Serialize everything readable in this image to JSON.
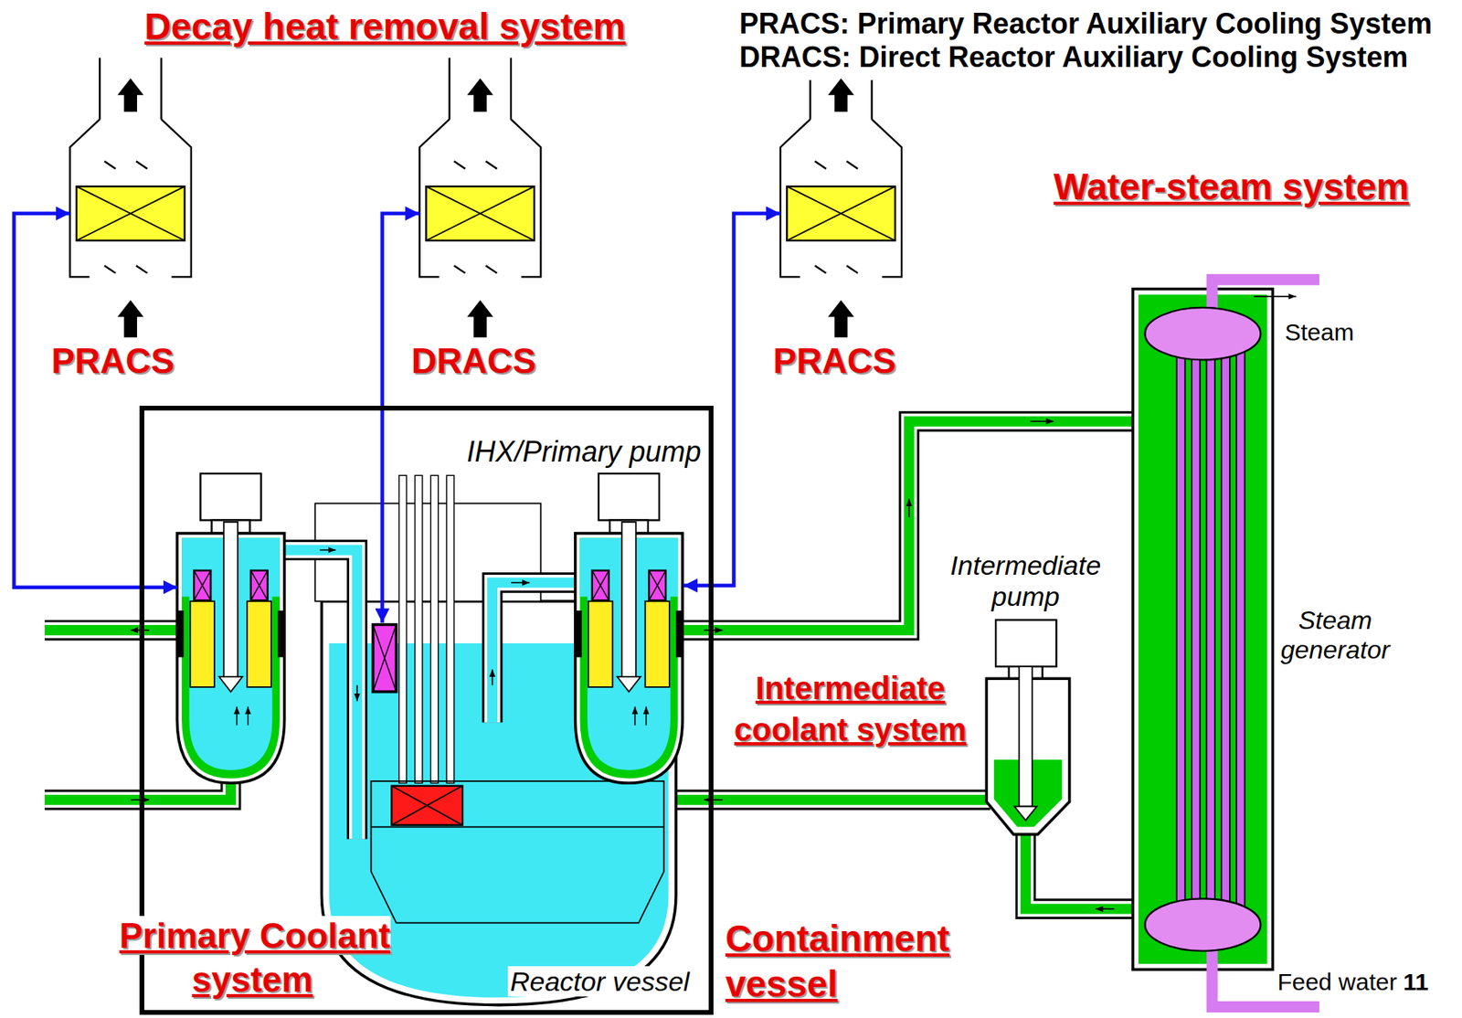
{
  "diagram": {
    "nodes": [
      {
        "text": [
          "PRACS"
        ]
      },
      {
        "text": [
          "DRACS"
        ]
      },
      {
        "text": [
          "PRACS"
        ]
      },
      {
        "text": [
          "Containment vessel"
        ]
      },
      {
        "text": [
          "Reactor vessel"
        ],
        "in": 3
      },
      {
        "text": [
          "IHX/Primary pump"
        ],
        "in": 3
      },
      {
        "text": [
          "Intermediate pump"
        ]
      },
      {
        "text": [
          "Steam generator"
        ]
      }
    ],
    "edges": [
      {
        "from": 1,
        "to": 4,
        "arrow": "both"
      },
      {
        "from": 2,
        "to": 5,
        "arrow": "both"
      }
    ],
    "labels": [
      "Decay heat removal system",
      "PRACS: Primary Reactor Auxiliary Cooling System",
      "DRACS: Direct Reactor Auxiliary Cooling System",
      "Water-steam system",
      "Steam",
      "Intermediate coolant system",
      "Primary Coolant system",
      "Feed water",
      "11"
    ]
  }
}
